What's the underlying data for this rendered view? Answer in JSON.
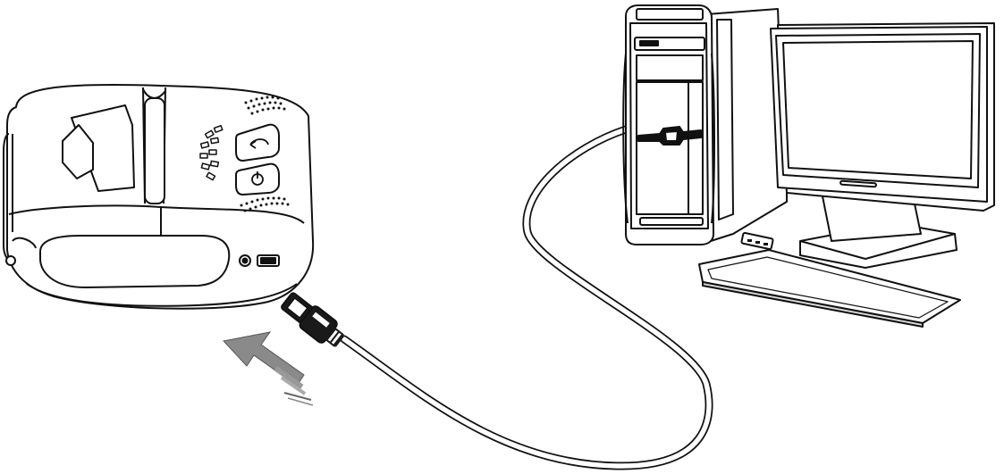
{
  "diagram": {
    "components": [
      {
        "id": "printer",
        "icon": "mobile-receipt-printer"
      },
      {
        "id": "usb-plug",
        "icon": "mini-usb-plug"
      },
      {
        "id": "cable",
        "icon": "usb-cable"
      },
      {
        "id": "pc-tower",
        "icon": "desktop-tower-computer"
      },
      {
        "id": "monitor",
        "icon": "lcd-monitor"
      },
      {
        "id": "keyboard",
        "icon": "keyboard"
      },
      {
        "id": "insert-arrow",
        "icon": "insert-direction-arrow"
      }
    ],
    "colors": {
      "line": "#111111",
      "fill": "#ffffff",
      "shade": "#dcdcdc",
      "arrow": "#8a8a8a",
      "plug": "#1a1a1a"
    }
  }
}
